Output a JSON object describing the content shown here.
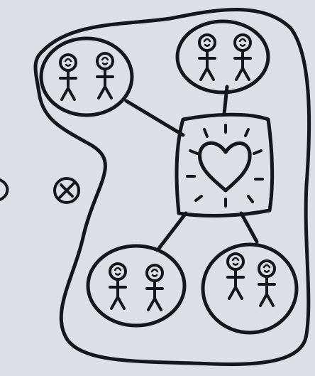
{
  "diagram": {
    "ink_color": "#15171c",
    "paper_color": "#dcdfe6",
    "hub": {
      "icon": "heart-icon",
      "rays": 10
    },
    "groups": [
      {
        "id": "top-left",
        "figures": 2
      },
      {
        "id": "top-right",
        "figures": 2
      },
      {
        "id": "bottom-left",
        "figures": 2
      },
      {
        "id": "bottom-right",
        "figures": 2
      }
    ],
    "connections": [
      {
        "from": "top-left",
        "to": "hub"
      },
      {
        "from": "top-right",
        "to": "hub"
      },
      {
        "from": "bottom-left",
        "to": "hub"
      },
      {
        "from": "bottom-right",
        "to": "hub"
      }
    ],
    "outside_marks": [
      "crossed-circle-icon",
      "partial-circle-icon"
    ]
  }
}
